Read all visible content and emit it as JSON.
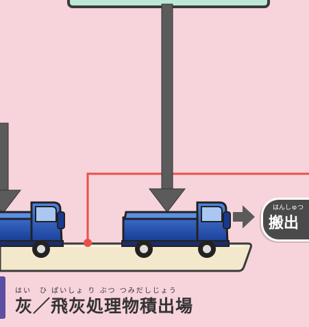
{
  "caption": {
    "ruby": "はい　ひ ぱいしょ り ぶつ つみだしじょう",
    "main": "灰／飛灰処理物積出場"
  },
  "badge": {
    "ruby": "はんしゅつ",
    "label": "搬出"
  },
  "colors": {
    "background": "#f7d3dc",
    "panel": "#bde8d6",
    "arrow": "#5b5b5b",
    "red_line": "#e8514a",
    "truck_blue": "#2050b0",
    "platform": "#f3e8cc",
    "label_tab": "#5b4ea3"
  },
  "icons": [
    "down-arrow-icon",
    "right-arrow-icon",
    "truck-icon"
  ]
}
